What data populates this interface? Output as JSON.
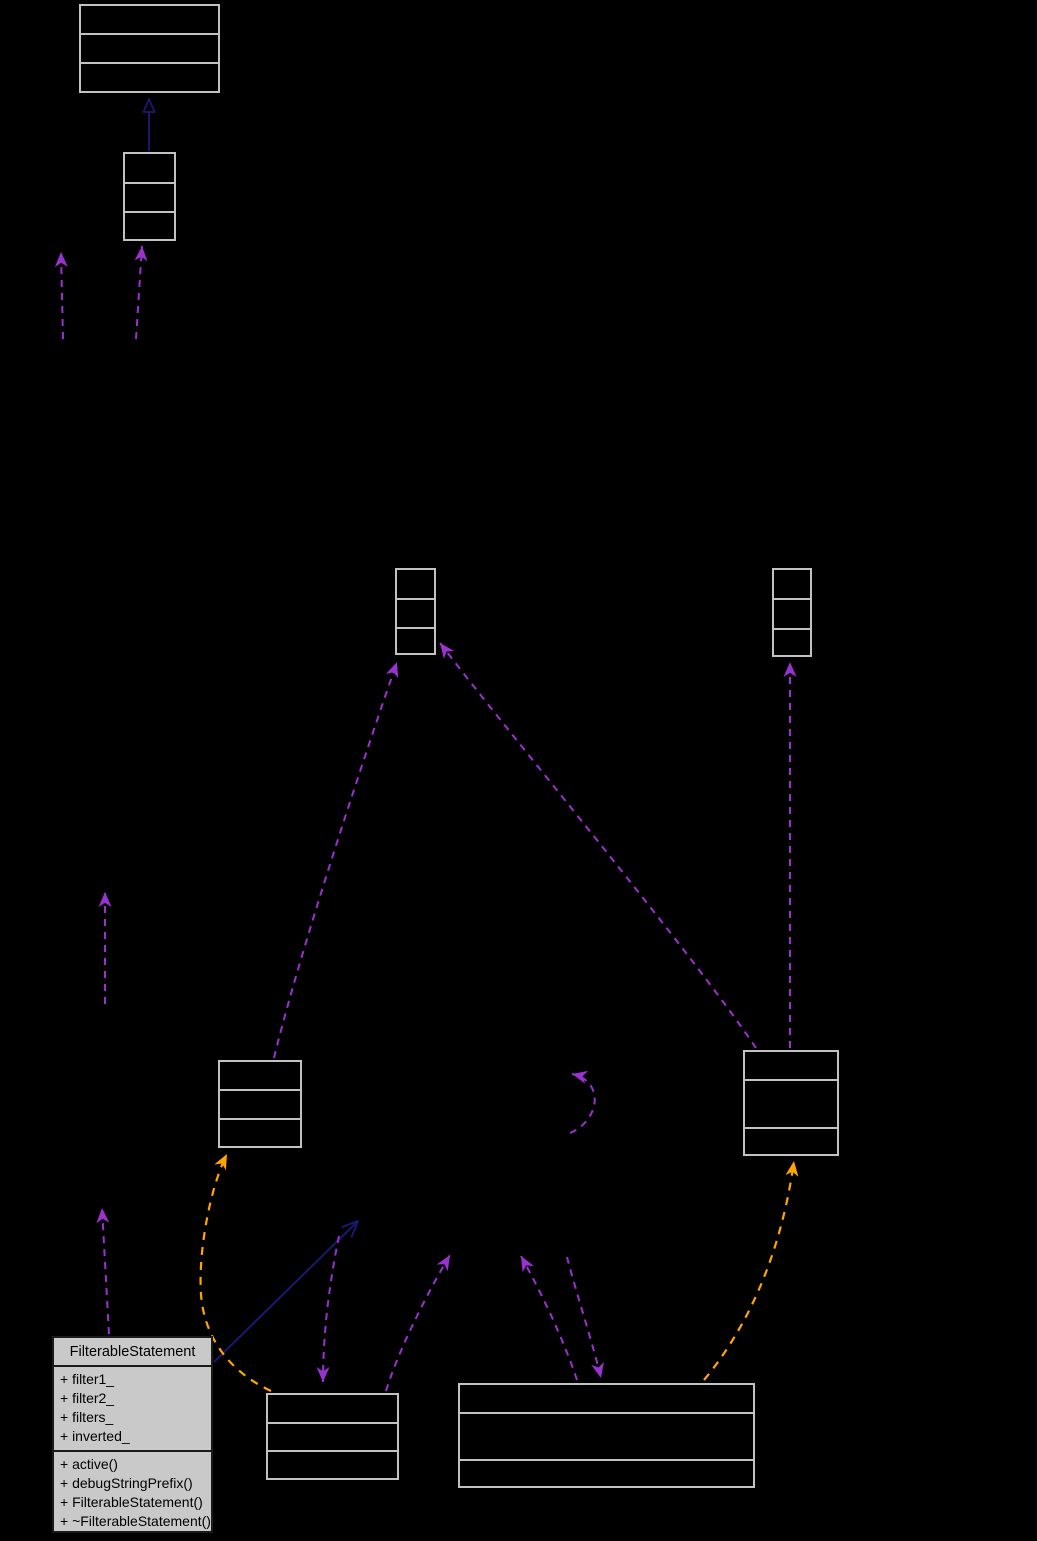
{
  "diagram": {
    "kind": "uml-class-collaboration-diagram",
    "background_color": "#000000",
    "node_border_color": "#c2c2c2",
    "edge_colors": {
      "inheritance_solid": "#191970",
      "usage_dashed": "#9a32cd",
      "template_dashed": "#ffa500"
    },
    "unnamed_class_node_count": 8,
    "edge_counts": {
      "solid_blue_inheritance": 2,
      "dashed_purple_usage": 12,
      "dashed_orange_template": 2
    },
    "main_node": {
      "title": "FilterableStatement",
      "fill_color": "#c9c9c9",
      "border_color": "#1a1a1a",
      "attributes": [
        "+ filter1_",
        "+ filter2_",
        "+ filters_",
        "+ inverted_"
      ],
      "methods": [
        "+ active()",
        "+ debugStringPrefix()",
        "+ FilterableStatement()",
        "+ ~FilterableStatement()"
      ]
    }
  }
}
